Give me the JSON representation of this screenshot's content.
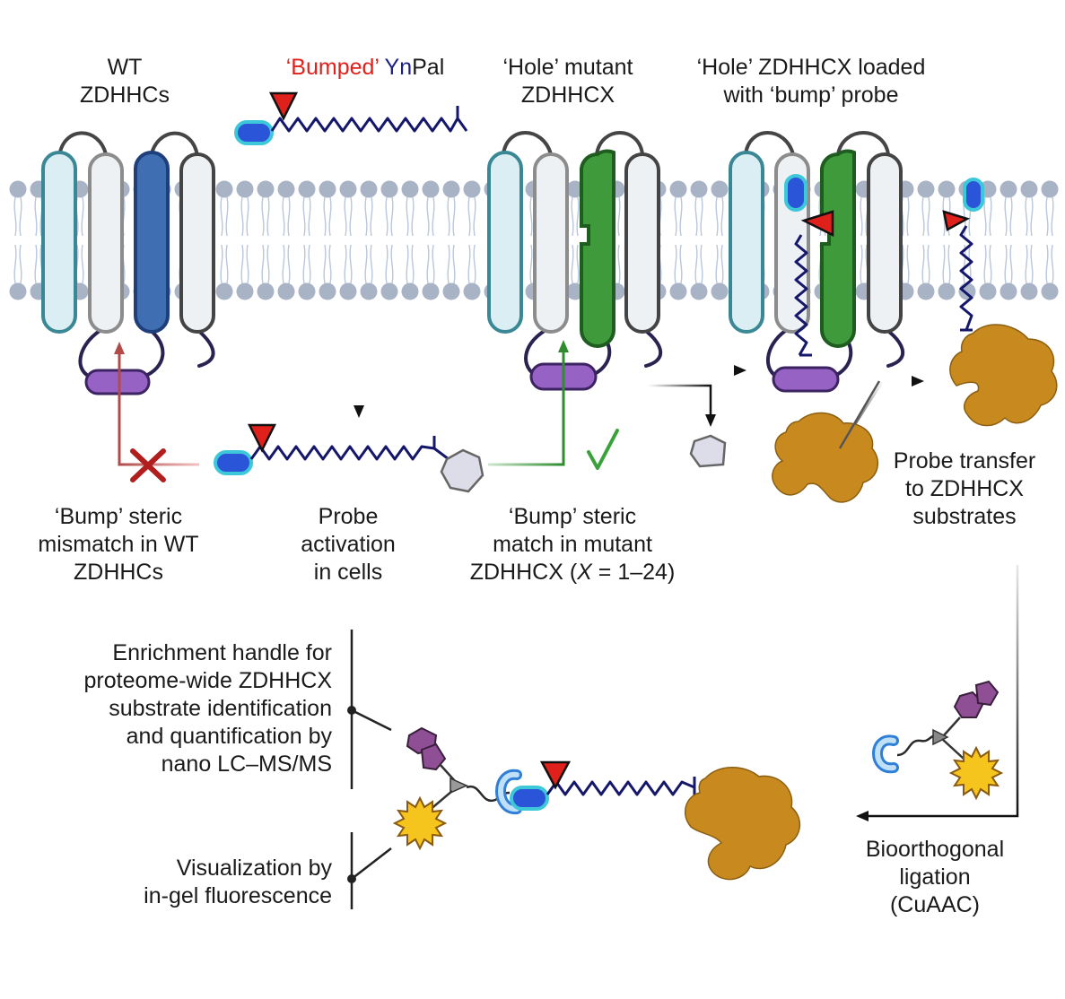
{
  "labels": {
    "wt_line1": "WT",
    "wt_line2": "ZDHHCs",
    "probe_bumped": "‘Bumped’",
    "probe_yn": "Yn",
    "probe_pal": "Pal",
    "hole_line1": "‘Hole’ mutant",
    "hole_line2": "ZDHHCX",
    "loaded_line1": "‘Hole’ ZDHHCX loaded",
    "loaded_line2": "with ‘bump’ probe",
    "mismatch_line1": "‘Bump’ steric",
    "mismatch_line2": "mismatch in WT",
    "mismatch_line3": "ZDHHCs",
    "activation_line1": "Probe",
    "activation_line2": "activation",
    "activation_line3": "in cells",
    "match_line1": "‘Bump’ steric",
    "match_line2": "match in mutant",
    "match_line3_a": "ZDHHCX (",
    "match_line3_x": "X",
    "match_line3_b": " = 1–24)",
    "transfer_line1": "Probe transfer",
    "transfer_line2": "to ZDHHCX",
    "transfer_line3": "substrates",
    "enrich_line1": "Enrichment handle for",
    "enrich_line2": "proteome-wide ZDHHCX",
    "enrich_line3": "substrate identification",
    "enrich_line4": "and quantification by",
    "enrich_line5": "nano LC–MS/MS",
    "vis_line1": "Visualization by",
    "vis_line2": "in-gel fluorescence",
    "bio_line1": "Bioorthogonal",
    "bio_line2": "ligation",
    "bio_line3": "(CuAAC)"
  },
  "colors": {
    "bump_red": "#e0201b",
    "yn_navy": "#1b1f86",
    "wt_blue": "#3f6eb3",
    "mutant_green": "#3f9a3c",
    "anchor_purple": "#9663c4",
    "substrate_orange": "#c88a1f",
    "mismatch_arrow": "#b24a4a",
    "match_arrow": "#2e8b2e"
  },
  "icons": {
    "mismatch": "red-cross-icon",
    "match": "green-check-icon",
    "leaving_group": "pentagon-icon"
  }
}
